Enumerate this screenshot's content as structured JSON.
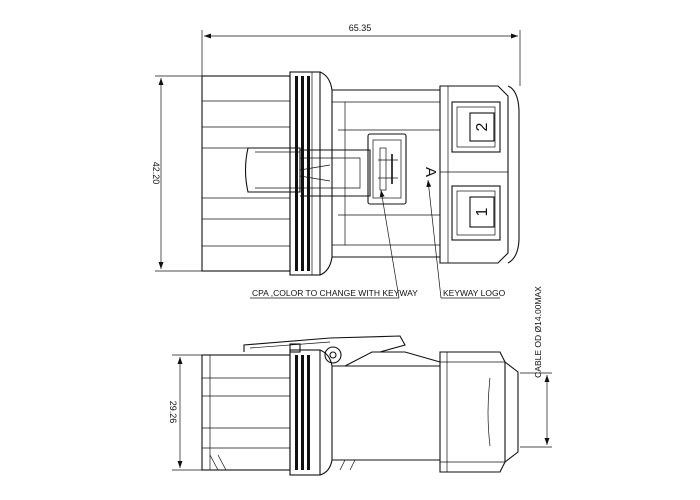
{
  "dimensions": {
    "overall_length": "65.35",
    "front_height": "42.20",
    "side_height": "29.26",
    "cable_od": "CABLE OD Ø14.00MAX"
  },
  "callouts": {
    "cpa": "CPA ,COLOR TO CHANGE WITH KEYWAY",
    "keyway_logo": "KEYWAY LOGO"
  },
  "marks": {
    "keyway_letter": "A",
    "contact_top": "2",
    "contact_bottom": "1"
  }
}
